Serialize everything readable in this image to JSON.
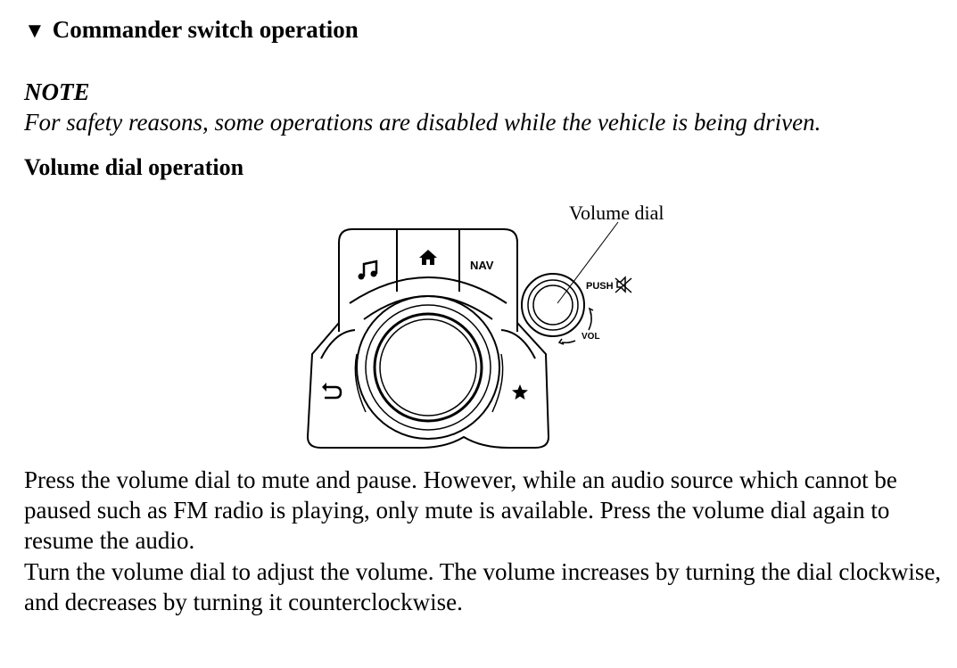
{
  "section": {
    "marker": "▼",
    "title": "Commander switch operation"
  },
  "note": {
    "title": "NOTE",
    "text": "For safety reasons, some operations are disabled while the vehicle is being driven."
  },
  "subsection": {
    "title": "Volume dial operation"
  },
  "figure": {
    "callout": "Volume dial",
    "push_label": "PUSH",
    "vol_label": "VOL",
    "nav_label": "NAV",
    "icons": [
      "music-icon",
      "home-icon",
      "back-icon",
      "favorite-star-icon",
      "mute-icon"
    ]
  },
  "body": {
    "paragraph_1": "Press the volume dial to mute and pause. However, while an audio source which cannot be paused such as FM radio is playing, only mute is available. Press the volume dial again to resume the audio.",
    "paragraph_2": "Turn the volume dial to adjust the volume. The volume increases by turning the dial clockwise, and decreases by turning it counterclockwise."
  }
}
